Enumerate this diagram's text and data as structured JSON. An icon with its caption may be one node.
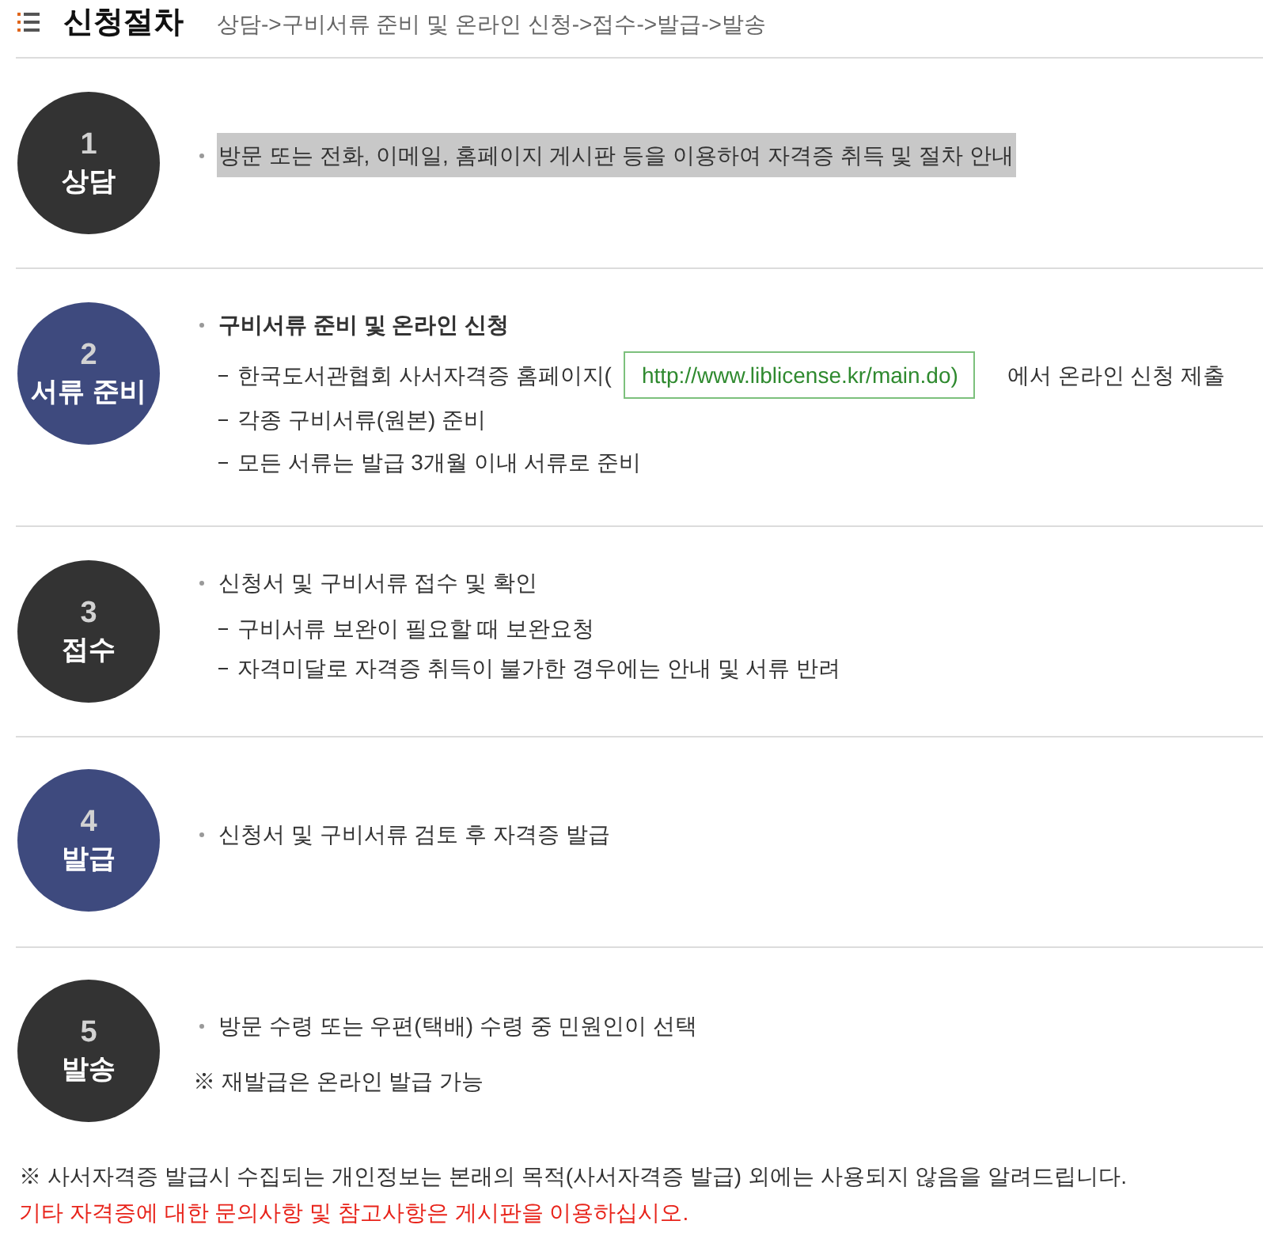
{
  "diagram": {
    "title": "신청절차",
    "nodes": [
      {
        "text": [
          "1",
          "상담"
        ],
        "beside": [
          "방문 또는 전화, 이메일, 홈페이지 게시판 등을 이용하여 자격증 취득 및 절차 안내"
        ]
      },
      {
        "text": [
          "2",
          "서류 준비"
        ],
        "beside": [
          "구비서류 준비 및 온라인 신청",
          "한국도서관협회 사서자격증 홈페이지(",
          "http://www.liblicense.kr/main.do)",
          "에서 온라인 신청 제출",
          "각종 구비서류(원본) 준비",
          "모든 서류는 발급 3개월 이내 서류로 준비"
        ]
      },
      {
        "text": [
          "3",
          "접수"
        ],
        "beside": [
          "신청서 및 구비서류 접수 및 확인",
          "구비서류 보완이 필요할 때 보완요청",
          "자격미달로 자격증 취득이 불가한 경우에는 안내 및 서류 반려"
        ]
      },
      {
        "text": [
          "4",
          "발급"
        ],
        "beside": [
          "신청서 및 구비서류 검토 후 자격증 발급"
        ]
      },
      {
        "text": [
          "5",
          "발송"
        ],
        "beside": [
          "방문 수령 또는 우편(택배) 수령 중 민원인이 선택",
          "※ 재발급은 온라인 발급 가능"
        ]
      }
    ],
    "labels": [
      "상담->구비서류 준비 및 온라인 신청->접수->발급->발송",
      "※ 사서자격증 발급시 수집되는 개인정보는 본래의 목적(사서자격증 발급) 외에는 사용되지 않음을 알려드립니다.",
      "기타 자격증에 대한 문의사항 및 참고사항은 게시판을 이용하십시오."
    ]
  }
}
